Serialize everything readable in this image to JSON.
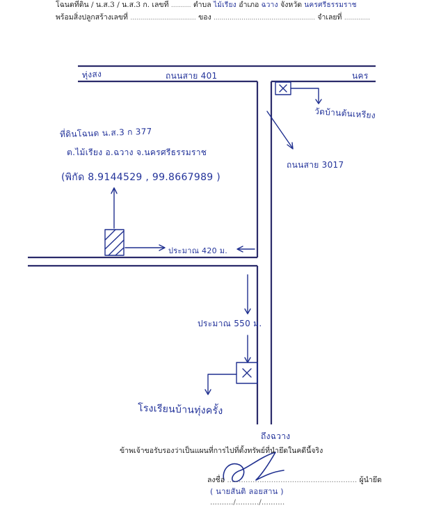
{
  "header": {
    "line1_left": "โฉนดที่ดิน / น.ส.3 / น.ส.3 ก. เลขที่",
    "line1_subdistrict_label": "ตำบล",
    "line1_subdistrict_value": "ไม้เรียง",
    "line1_district_label": "อำเภอ",
    "line1_district_value": "ฉวาง",
    "line1_province_label": "จังหวัด",
    "line1_province_value": "นครศรีธรรมราช",
    "line2_left": "พร้อมสิ่งปลูกสร้างเลขที่",
    "line2_of": "ของ",
    "line2_tenant": "จำเลยที่"
  },
  "map": {
    "top_left_label": "ทุ่งสง",
    "road_401_label": "ถนนสาย 401",
    "top_right_label": "นคร",
    "temple_label": "วัดบ้านต้นเหรียง",
    "road_3017_label": "ถนนสาย 3017",
    "property_line1": "ที่ดินโฉนด น.ส.3 ก 377",
    "property_line2": "ต.ไม้เรียง อ.ฉวาง จ.นครศรีธรรมราช",
    "property_coords": "(พิกัด 8.9144529 , 99.8667989 )",
    "distance_420": "ประมาณ 420 ม.",
    "distance_550": "ประมาณ 550 ม.",
    "school_label": "โรงเรียนบ้านทุ่งครั้ง",
    "bottom_label": "ถึงฉวาง"
  },
  "certification": {
    "statement": "ข้าพเจ้าขอรับรองว่าเป็นแผนที่การไปที่ตั้งทรัพย์ที่นำยึดในคดีนี้จริง",
    "sign_label": "ลงชื่อ",
    "role_label": "ผู้นำยึด",
    "printed_name": "( นายสันติ ลอยสาน )",
    "date_line": "........../........../.........."
  }
}
